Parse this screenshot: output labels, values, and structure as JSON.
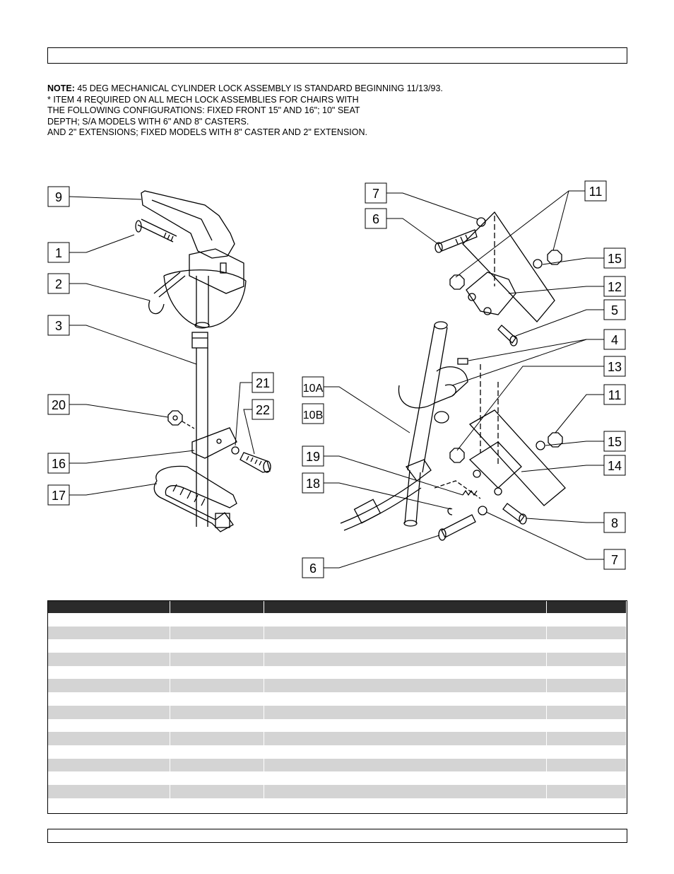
{
  "header_box": {
    "text": ""
  },
  "footer_box": {
    "text": ""
  },
  "notes": {
    "note_label": "NOTE:",
    "note_text": " 45 DEG MECHANICAL CYLINDER LOCK ASSEMBLY IS STANDARD BEGINNING 11/13/93.",
    "lines": [
      "* ITEM 4 REQUIRED ON ALL MECH LOCK ASSEMBLIES FOR CHAIRS WITH",
      "THE FOLLOWING CONFIGURATIONS: FIXED FRONT 15\" AND 16\"; 10\" SEAT",
      "DEPTH; S/A MODELS WITH 6\" AND 8\" CASTERS.",
      "AND 2\" EXTENSIONS; FIXED MODELS WITH 8\" CASTER AND 2\" EXTENSION."
    ]
  },
  "callouts": {
    "c9": "9",
    "c1": "1",
    "c2": "2",
    "c3": "3",
    "c20": "20",
    "c16": "16",
    "c17": "17",
    "c21": "21",
    "c22": "22",
    "c7a": "7",
    "c6a": "6",
    "c11a": "11",
    "c15a": "15",
    "c12": "12",
    "c5": "5",
    "c4": "4",
    "c13": "13",
    "c11b": "11",
    "c15b": "15",
    "c14": "14",
    "c8": "8",
    "c7b": "7",
    "c10a": "10A",
    "c10b": "10B",
    "c19": "19",
    "c18": "18",
    "c6b": "6"
  }
}
